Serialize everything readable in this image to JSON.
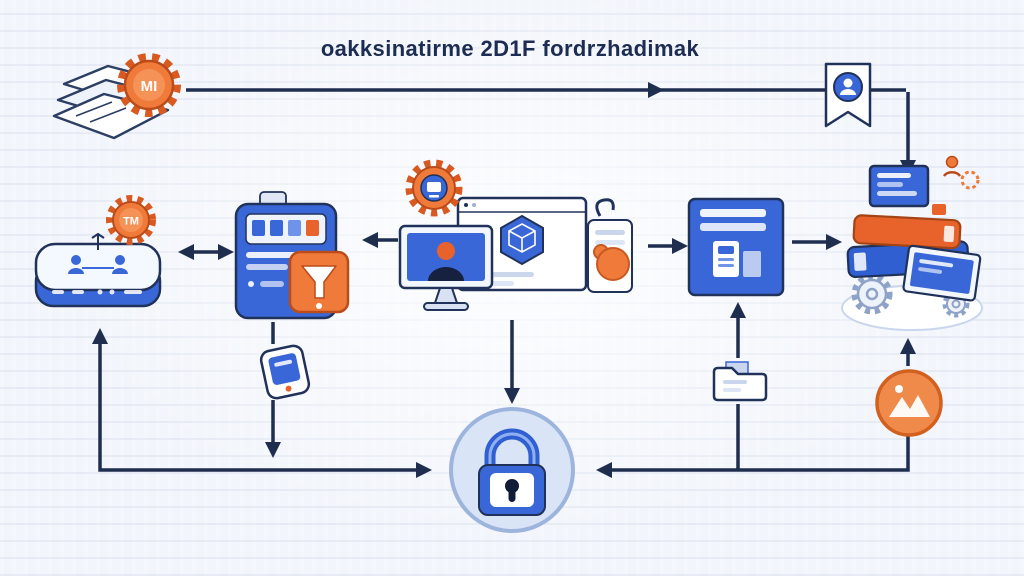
{
  "title": "oakksinatirme 2D1F fordrzhadimak",
  "badge_large_label": "MI",
  "badge_small_label": "TM",
  "colors": {
    "background": "#f2f5fb",
    "line": "#1f2d4f",
    "primary_blue": "#3a67d8",
    "accent_orange": "#e8622c",
    "light_blue": "#d9e4f6"
  },
  "diagram": {
    "type": "flowchart",
    "nodes": [
      {
        "id": "document-stack",
        "desc": "fanned stack of papers with orange gear badge"
      },
      {
        "id": "ribbon-badge",
        "desc": "bookmark ribbon with blue medallion"
      },
      {
        "id": "network-device",
        "desc": "blue rounded network device with figures on top"
      },
      {
        "id": "server-stack",
        "desc": "blue card server with orange funnel badge and small gear"
      },
      {
        "id": "workstation",
        "desc": "monitor with user, app window with hexagon cube, side card, orange gear"
      },
      {
        "id": "blue-panel",
        "desc": "blue panel with list bars and machine pictogram"
      },
      {
        "id": "knowledge-cluster",
        "desc": "stacked books, screens and gears"
      },
      {
        "id": "mobile-device",
        "desc": "small tilted handheld device"
      },
      {
        "id": "folder",
        "desc": "folder with document"
      },
      {
        "id": "padlock",
        "desc": "large circular security padlock seal"
      },
      {
        "id": "warning-circle",
        "desc": "orange circle with mountain pictogram"
      }
    ],
    "edges": [
      {
        "from": "document-stack",
        "to": "ribbon-badge",
        "dir": "right"
      },
      {
        "from": "ribbon-badge",
        "to": "knowledge-cluster",
        "dir": "down"
      },
      {
        "from": "network-device",
        "to": "server-stack",
        "dir": "both"
      },
      {
        "from": "workstation",
        "to": "server-stack",
        "dir": "left"
      },
      {
        "from": "workstation",
        "to": "blue-panel",
        "dir": "right"
      },
      {
        "from": "blue-panel",
        "to": "knowledge-cluster",
        "dir": "right"
      },
      {
        "from": "workstation",
        "to": "padlock",
        "dir": "down"
      },
      {
        "from": "server-stack",
        "to": "padlock",
        "via": "mobile-device",
        "dir": "down"
      },
      {
        "from": "padlock",
        "to": "network-device",
        "dir": "both-corner"
      },
      {
        "from": "folder",
        "to": "blue-panel",
        "dir": "up"
      },
      {
        "from": "warning-circle",
        "to": "knowledge-cluster",
        "dir": "up"
      },
      {
        "from": "warning-circle",
        "to": "padlock",
        "dir": "left"
      }
    ]
  }
}
